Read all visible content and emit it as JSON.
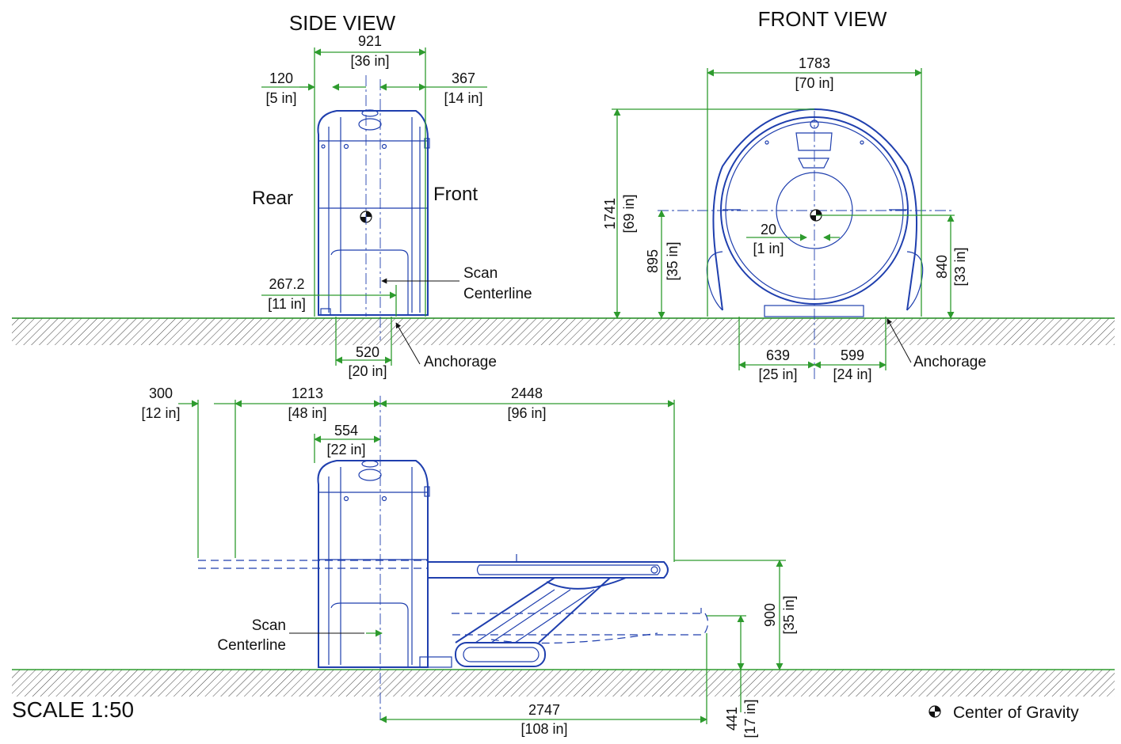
{
  "views": {
    "side_title": "SIDE VIEW",
    "front_title": "FRONT VIEW",
    "rear": "Rear",
    "front": "Front"
  },
  "side_dims": {
    "d921": "921",
    "d921_in": "[36 in]",
    "d120": "120",
    "d120_in": "[5 in]",
    "d367": "367",
    "d367_in": "[14 in]",
    "d267": "267.2",
    "d267_in": "[11 in]",
    "d520": "520",
    "d520_in": "[20 in]",
    "scan1": "Scan",
    "scan2": "Centerline",
    "anchorage": "Anchorage"
  },
  "front_dims": {
    "d1783": "1783",
    "d1783_in": "[70 in]",
    "d1741": "1741",
    "d1741_in": "[69 in]",
    "d895": "895",
    "d895_in": "[35 in]",
    "d20": "20",
    "d20_in": "[1 in]",
    "d840": "840",
    "d840_in": "[33 in]",
    "d639": "639",
    "d639_in": "[25 in]",
    "d599": "599",
    "d599_in": "[24 in]",
    "anchorage": "Anchorage"
  },
  "bottom_dims": {
    "d300": "300",
    "d300_in": "[12 in]",
    "d1213": "1213",
    "d1213_in": "[48 in]",
    "d2448": "2448",
    "d2448_in": "[96 in]",
    "d554": "554",
    "d554_in": "[22 in]",
    "d900": "900",
    "d900_in": "[35 in]",
    "d441": "441",
    "d441_in": "[17 in]",
    "d2747": "2747",
    "d2747_in": "[108 in]",
    "scan1": "Scan",
    "scan2": "Centerline"
  },
  "footer": {
    "scale": "SCALE 1:50",
    "cog": "Center of Gravity"
  },
  "colors": {
    "dimension": "#2e9b2e",
    "equipment": "#1f3fae"
  }
}
